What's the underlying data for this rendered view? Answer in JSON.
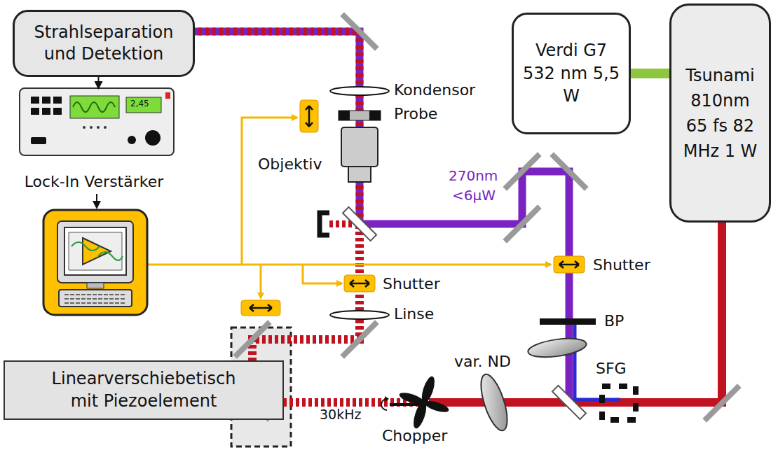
{
  "diagram": {
    "nodes": [
      {
        "text": [
          "Strahlseparation und Detektion"
        ]
      },
      {
        "text": [
          "Lock-In Verstärker"
        ]
      },
      {
        "text": [
          "Verdi G7 532 nm 5,5 W"
        ]
      },
      {
        "text": [
          "Tsunami 810nm 65 fs 82 MHz 1 W"
        ]
      },
      {
        "text": [
          "Linearverschiebetisch mit Piezoelement"
        ]
      }
    ],
    "edges": [
      {
        "from": 0,
        "to": 1,
        "arrow": "to"
      },
      {
        "from": 2,
        "to": 3,
        "arrow": "none"
      }
    ],
    "labels": [
      "Kondensor",
      "Probe",
      "Objektiv",
      "270nm",
      "<6µW",
      "2,45",
      "Shutter",
      "Shutter",
      "Linse",
      "BP",
      "var. ND",
      "SFG",
      "30kHz",
      "Chopper"
    ]
  }
}
